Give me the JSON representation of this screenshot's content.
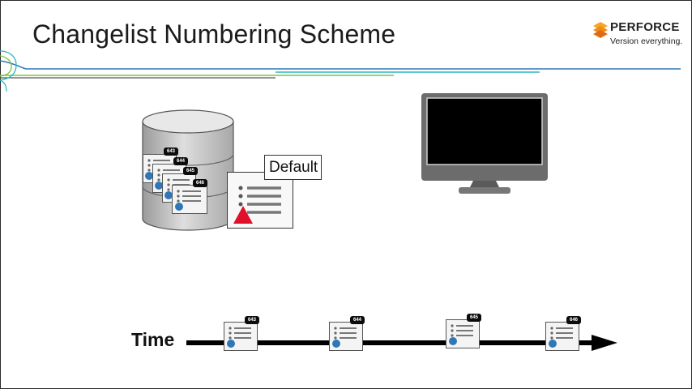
{
  "slide": {
    "title": "Changelist Numbering Scheme",
    "brand": {
      "name": "PERFORCE",
      "tagline": "Version everything."
    }
  },
  "depot": {
    "changelists": [
      "643",
      "644",
      "645",
      "646"
    ],
    "default_label": "Default"
  },
  "timeline": {
    "label": "Time",
    "changelists": [
      "643",
      "644",
      "645",
      "646"
    ]
  },
  "colors": {
    "accent_blue": "#2f77b7",
    "accent_green": "#7fc242",
    "accent_teal": "#27b8c6",
    "brand_orange": "#f5a623",
    "warning_red": "#e0102b"
  },
  "icons": [
    "database-icon",
    "monitor-icon",
    "changelist-icon",
    "warning-icon",
    "arrow-right-icon"
  ]
}
